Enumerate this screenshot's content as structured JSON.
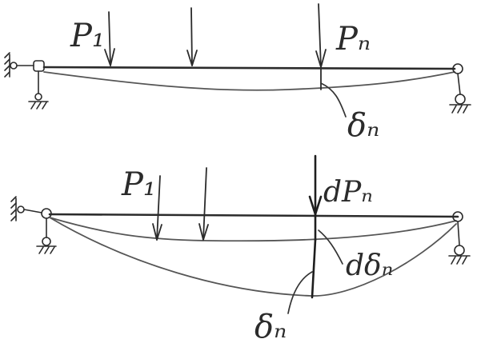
{
  "diagram": {
    "top": {
      "load_first": "P₁",
      "load_n": "Pₙ",
      "deflection_n": "δₙ"
    },
    "bottom": {
      "load_first": "P₁",
      "load_increment": "dPₙ",
      "deflection_increment": "dδₙ",
      "deflection_n": "δₙ"
    }
  }
}
